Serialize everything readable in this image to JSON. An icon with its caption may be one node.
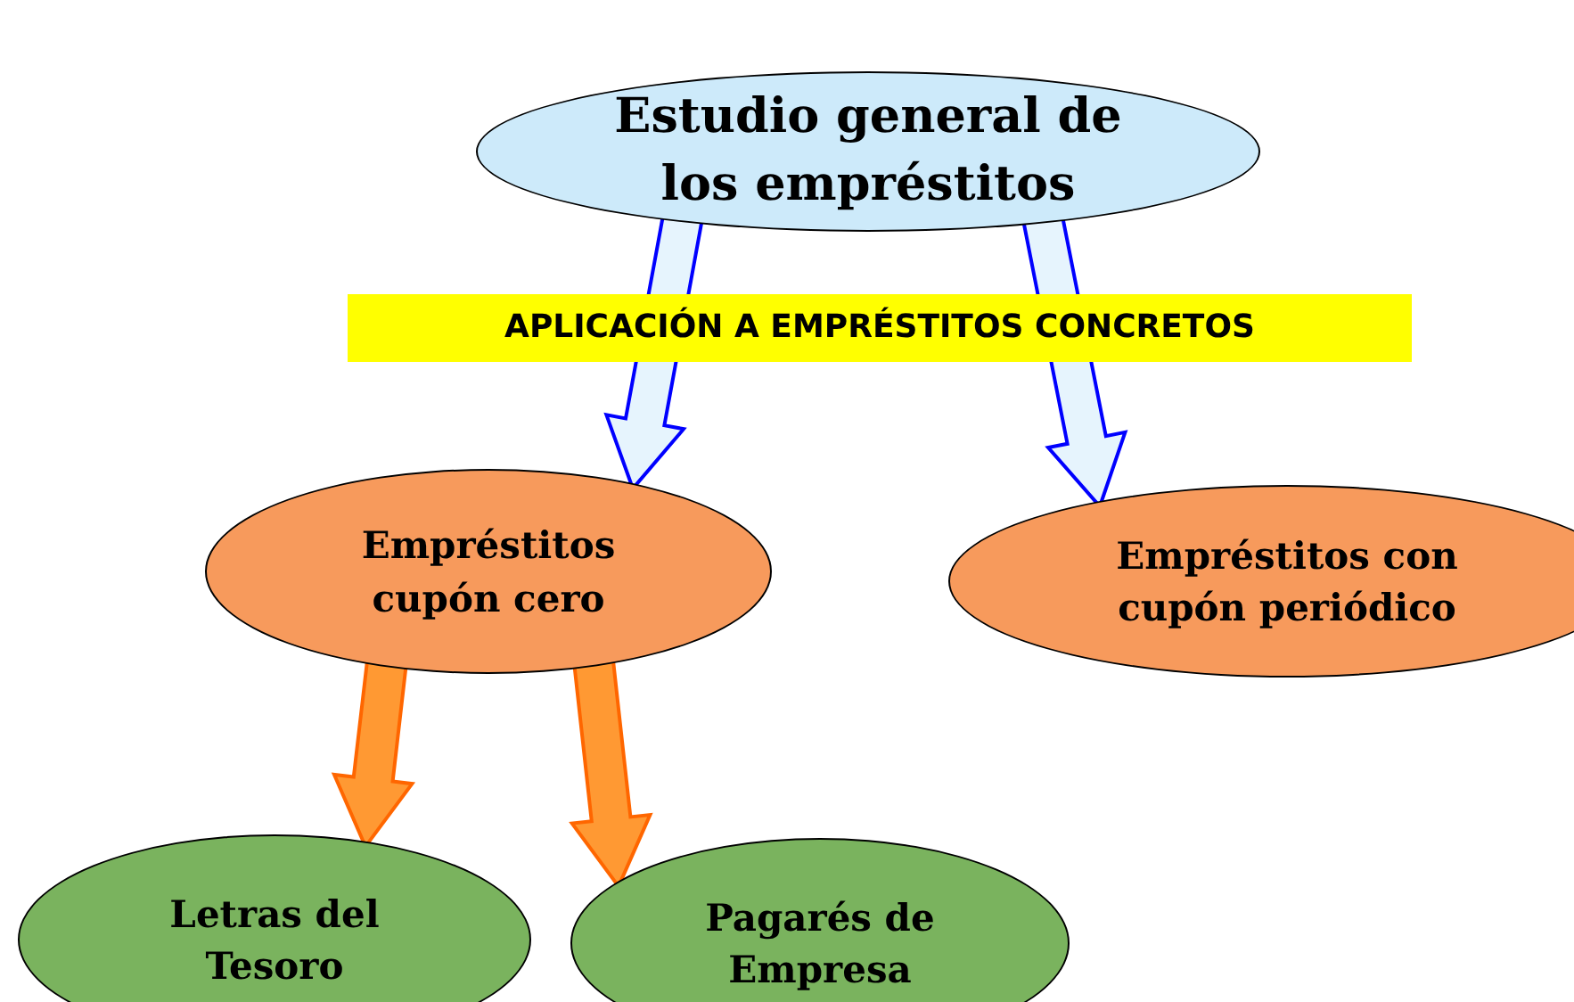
{
  "diagram": {
    "nodes": [
      {
        "text": [
          "Estudio general de los empréstitos"
        ]
      },
      {
        "text": [
          "APLICACIÓN A EMPRÉSTITOS CONCRETOS"
        ]
      },
      {
        "text": [
          "Empréstitos cupón cero"
        ]
      },
      {
        "text": [
          "Empréstitos con cupón periódico"
        ]
      },
      {
        "text": [
          "Letras del Tesoro"
        ]
      },
      {
        "text": [
          "Pagarés de Empresa"
        ]
      }
    ],
    "edges": [
      {
        "from": 0,
        "to": 2,
        "arrow": "to",
        "color": "#0000ff"
      },
      {
        "from": 0,
        "to": 3,
        "arrow": "to",
        "color": "#0000ff"
      },
      {
        "from": 2,
        "to": 4,
        "arrow": "to",
        "color": "#ff6600"
      },
      {
        "from": 2,
        "to": 5,
        "arrow": "to",
        "color": "#ff6600"
      }
    ]
  }
}
